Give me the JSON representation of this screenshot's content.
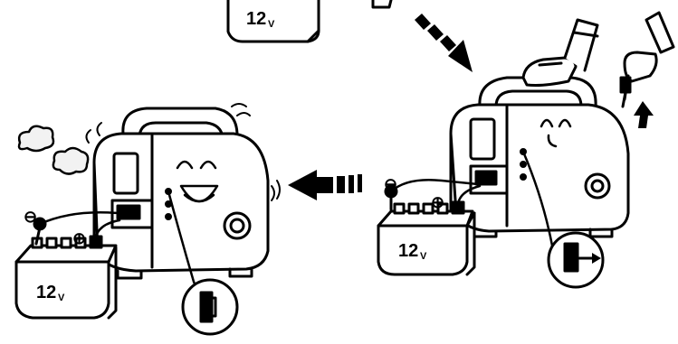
{
  "battery_top": {
    "label": "12",
    "unit": "V"
  },
  "battery_right": {
    "label": "12",
    "unit": "V",
    "neg_sign": "⊖",
    "pos_sign": "⊕"
  },
  "battery_left": {
    "label": "12",
    "unit": "V",
    "neg_sign": "⊖",
    "pos_sign": "⊕"
  },
  "arrow_diagonal": {
    "icon": "dashed-arrow-down-right-icon"
  },
  "arrow_left": {
    "icon": "dashed-arrow-left-icon"
  },
  "arrow_up": {
    "icon": "arrow-up-icon"
  },
  "colors": {
    "ink": "#000000",
    "paper": "#ffffff",
    "smoke": "#f2f2f2"
  }
}
